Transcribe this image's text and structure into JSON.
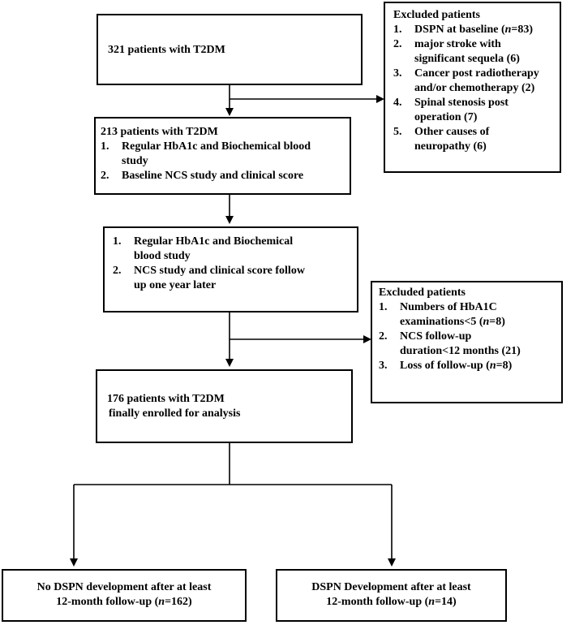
{
  "box1": {
    "text": "321 patients with  T2DM"
  },
  "excluded1": {
    "title": "Excluded patients",
    "items": [
      {
        "num": "1.",
        "lines": [
          [
            "DSPN at baseline (",
            "n",
            "=83)"
          ]
        ]
      },
      {
        "num": "2.",
        "lines": [
          [
            "major stroke with"
          ],
          [
            "significant sequela (6)"
          ]
        ]
      },
      {
        "num": "3.",
        "lines": [
          [
            "Cancer post radiotherapy"
          ],
          [
            "and/or chemotherapy (2)"
          ]
        ]
      },
      {
        "num": "4.",
        "lines": [
          [
            "Spinal stenosis post"
          ],
          [
            "operation (7)"
          ]
        ]
      },
      {
        "num": "5.",
        "lines": [
          [
            "Other causes of"
          ],
          [
            "neuropathy (6)"
          ]
        ]
      }
    ]
  },
  "box2": {
    "title": "213 patients with T2DM",
    "items": [
      {
        "num": "1.",
        "lines": [
          [
            "Regular HbA1c and Biochemical blood"
          ],
          [
            "study"
          ]
        ]
      },
      {
        "num": "2.",
        "lines": [
          [
            "Baseline NCS study and clinical score"
          ]
        ]
      }
    ]
  },
  "box3": {
    "items": [
      {
        "num": "1.",
        "lines": [
          [
            "Regular HbA1c and Biochemical"
          ],
          [
            "blood study"
          ]
        ]
      },
      {
        "num": "2.",
        "lines": [
          [
            "NCS study and clinical score follow"
          ],
          [
            "up one year later"
          ]
        ]
      }
    ]
  },
  "excluded2": {
    "title": "Excluded patients",
    "items": [
      {
        "num": "1.",
        "lines": [
          [
            "Numbers of HbA1C"
          ],
          [
            "examinations<5 (",
            "n",
            "=8)"
          ]
        ]
      },
      {
        "num": "2.",
        "lines": [
          [
            "NCS follow-up"
          ],
          [
            "duration<12 months (21)"
          ]
        ]
      },
      {
        "num": "3.",
        "lines": [
          [
            "Loss of follow-up (",
            "n",
            "=8)"
          ]
        ]
      }
    ]
  },
  "box4": {
    "line1": "176 patients with  T2DM",
    "line2": "finally enrolled for analysis"
  },
  "outcome_left": {
    "line1": "No DSPN development after at least",
    "line2": "12-month  follow-up  (",
    "italic": "n",
    "line2_end": "=162)"
  },
  "outcome_right": {
    "line1": "DSPN Development after at least",
    "line2": "12-month  follow-up  (",
    "italic": "n",
    "line2_end": "=14)"
  }
}
